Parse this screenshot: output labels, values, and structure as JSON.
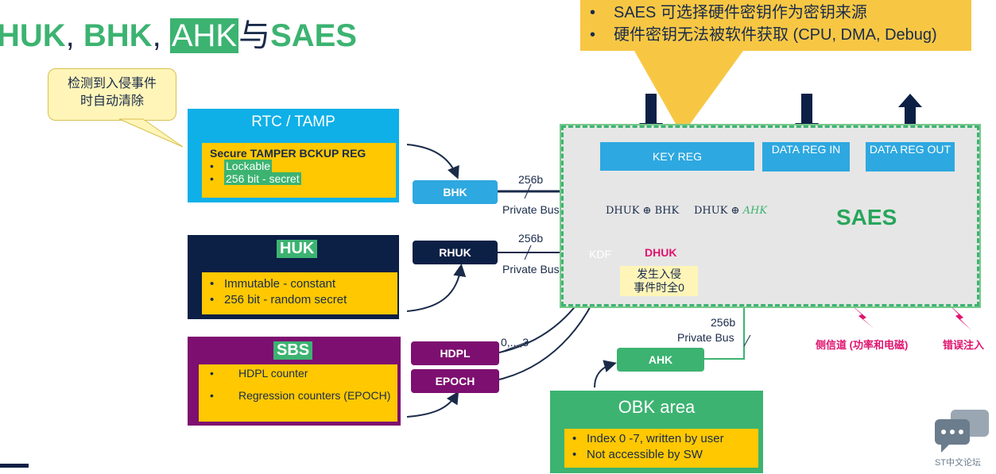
{
  "title": {
    "part1": "HUK",
    "sep1": ", ",
    "part2": "BHK",
    "sep2": ", ",
    "part3": "AHK",
    "joiner": "与",
    "part4": "SAES"
  },
  "callout_top": [
    "SAES 可选择硬件密钥作为密钥来源",
    "硬件密钥无法被软件获取 (CPU, DMA, Debug)"
  ],
  "callout_left": {
    "line1": "检测到入侵事件",
    "line2": "时自动清除"
  },
  "rtc": {
    "title": "RTC / TAMP",
    "reg_title": "Secure TAMPER BCKUP REG",
    "items": [
      "Lockable",
      "256 bit - secret"
    ]
  },
  "huk": {
    "title": "HUK",
    "items": [
      "Immutable - constant",
      "256 bit - random secret"
    ]
  },
  "sbs": {
    "title": "SBS",
    "items": [
      "HDPL counter",
      "Regression counters (EPOCH)"
    ]
  },
  "keys": {
    "bhk": "BHK",
    "rhuk": "RHUK",
    "hdpl": "HDPL",
    "epoch": "EPOCH",
    "ahk": "AHK"
  },
  "bus": {
    "size": "256b",
    "label": "Private Bus",
    "hdpl_range": "0,...,3"
  },
  "saes": {
    "label": "SAES",
    "key_reg": "KEY REG",
    "data_reg_in": "DATA REG IN",
    "data_reg_out": "DATA REG OUT",
    "kdf": "KDF",
    "dhuk": "DHUK",
    "xor_bhk": "DHUK ⊕ BHK",
    "xor_ahk_prefix": "DHUK ⊕ ",
    "xor_ahk_suffix": "AHK",
    "clear_note_1": "发生入侵",
    "clear_note_2": "事件时全0"
  },
  "obk": {
    "title": "OBK area",
    "items": [
      "Index 0 -7, written by user",
      "Not accessible by SW"
    ]
  },
  "attacks": {
    "side_channel": "侧信道 (功率和电磁)",
    "fault_injection": "错误注入"
  },
  "watermark": "ST中文论坛",
  "colors": {
    "green": "#3cb371",
    "navy": "#0c1f45",
    "blue": "#0fb0e8",
    "purple": "#7d0f70",
    "yellow": "#ffc800",
    "pink": "#e0136f"
  }
}
